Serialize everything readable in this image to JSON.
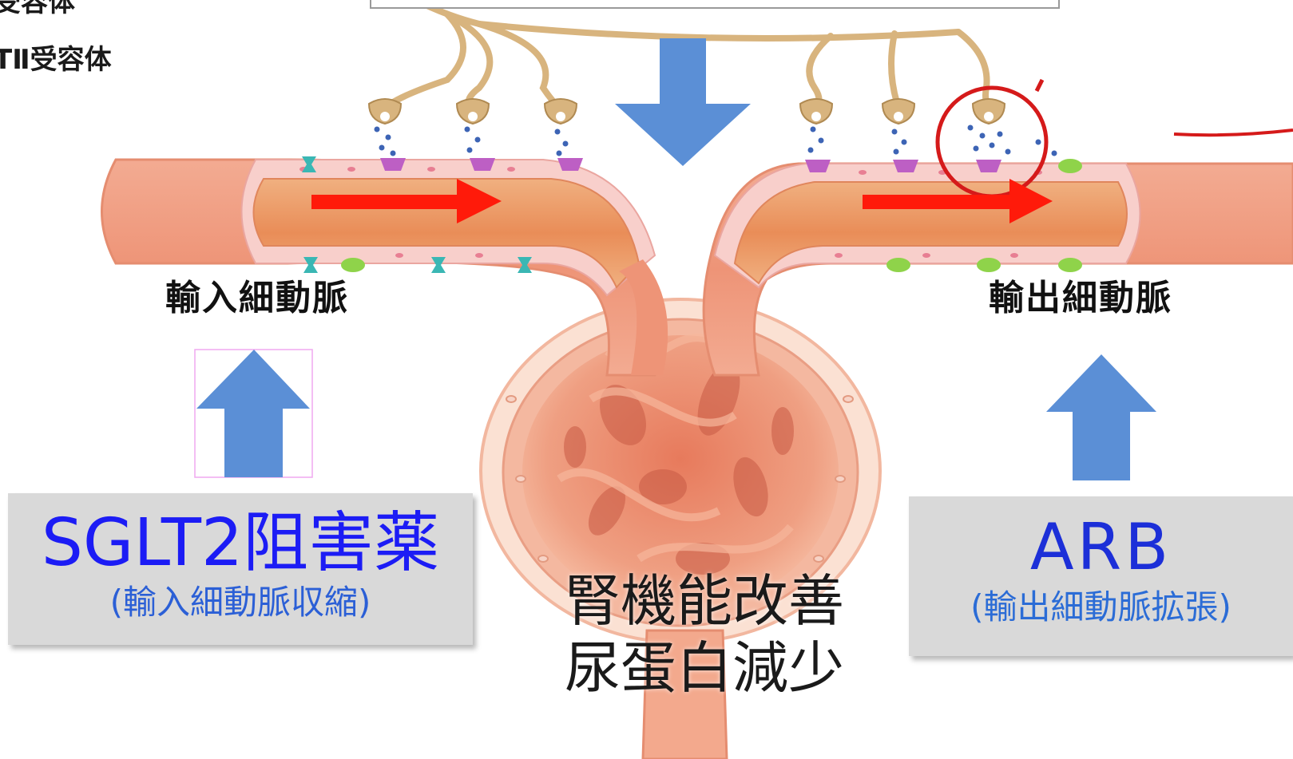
{
  "legend": {
    "line1": "受容体",
    "line2": "TⅡ受容体"
  },
  "labels": {
    "afferent": "輸入細動脈",
    "efferent": "輸出細動脈"
  },
  "sglt2_box": {
    "name": "SGLT2阻害薬",
    "effect": "(輸入細動脈収縮)"
  },
  "arb_box": {
    "name": "ARB",
    "effect": "(輸出細動脈拡張)"
  },
  "outcome": {
    "line1": "腎機能改善",
    "line2": "尿蛋白減少"
  },
  "colors": {
    "flow_arrow": "#ff1a0a",
    "effect_arrow": "#5b8fd6",
    "vessel_outer": "#ef9b82",
    "vessel_lumen": "#e9925f",
    "vessel_wall": "#f7c8c6",
    "nerve": "#d8b47e",
    "receptor_purple": "#bd5fc4",
    "receptor_teal": "#3ab7b4",
    "receptor_green": "#8fd34a",
    "highlight_circle": "#d51a1a",
    "drug_box_bg": "#d9d9d9"
  }
}
